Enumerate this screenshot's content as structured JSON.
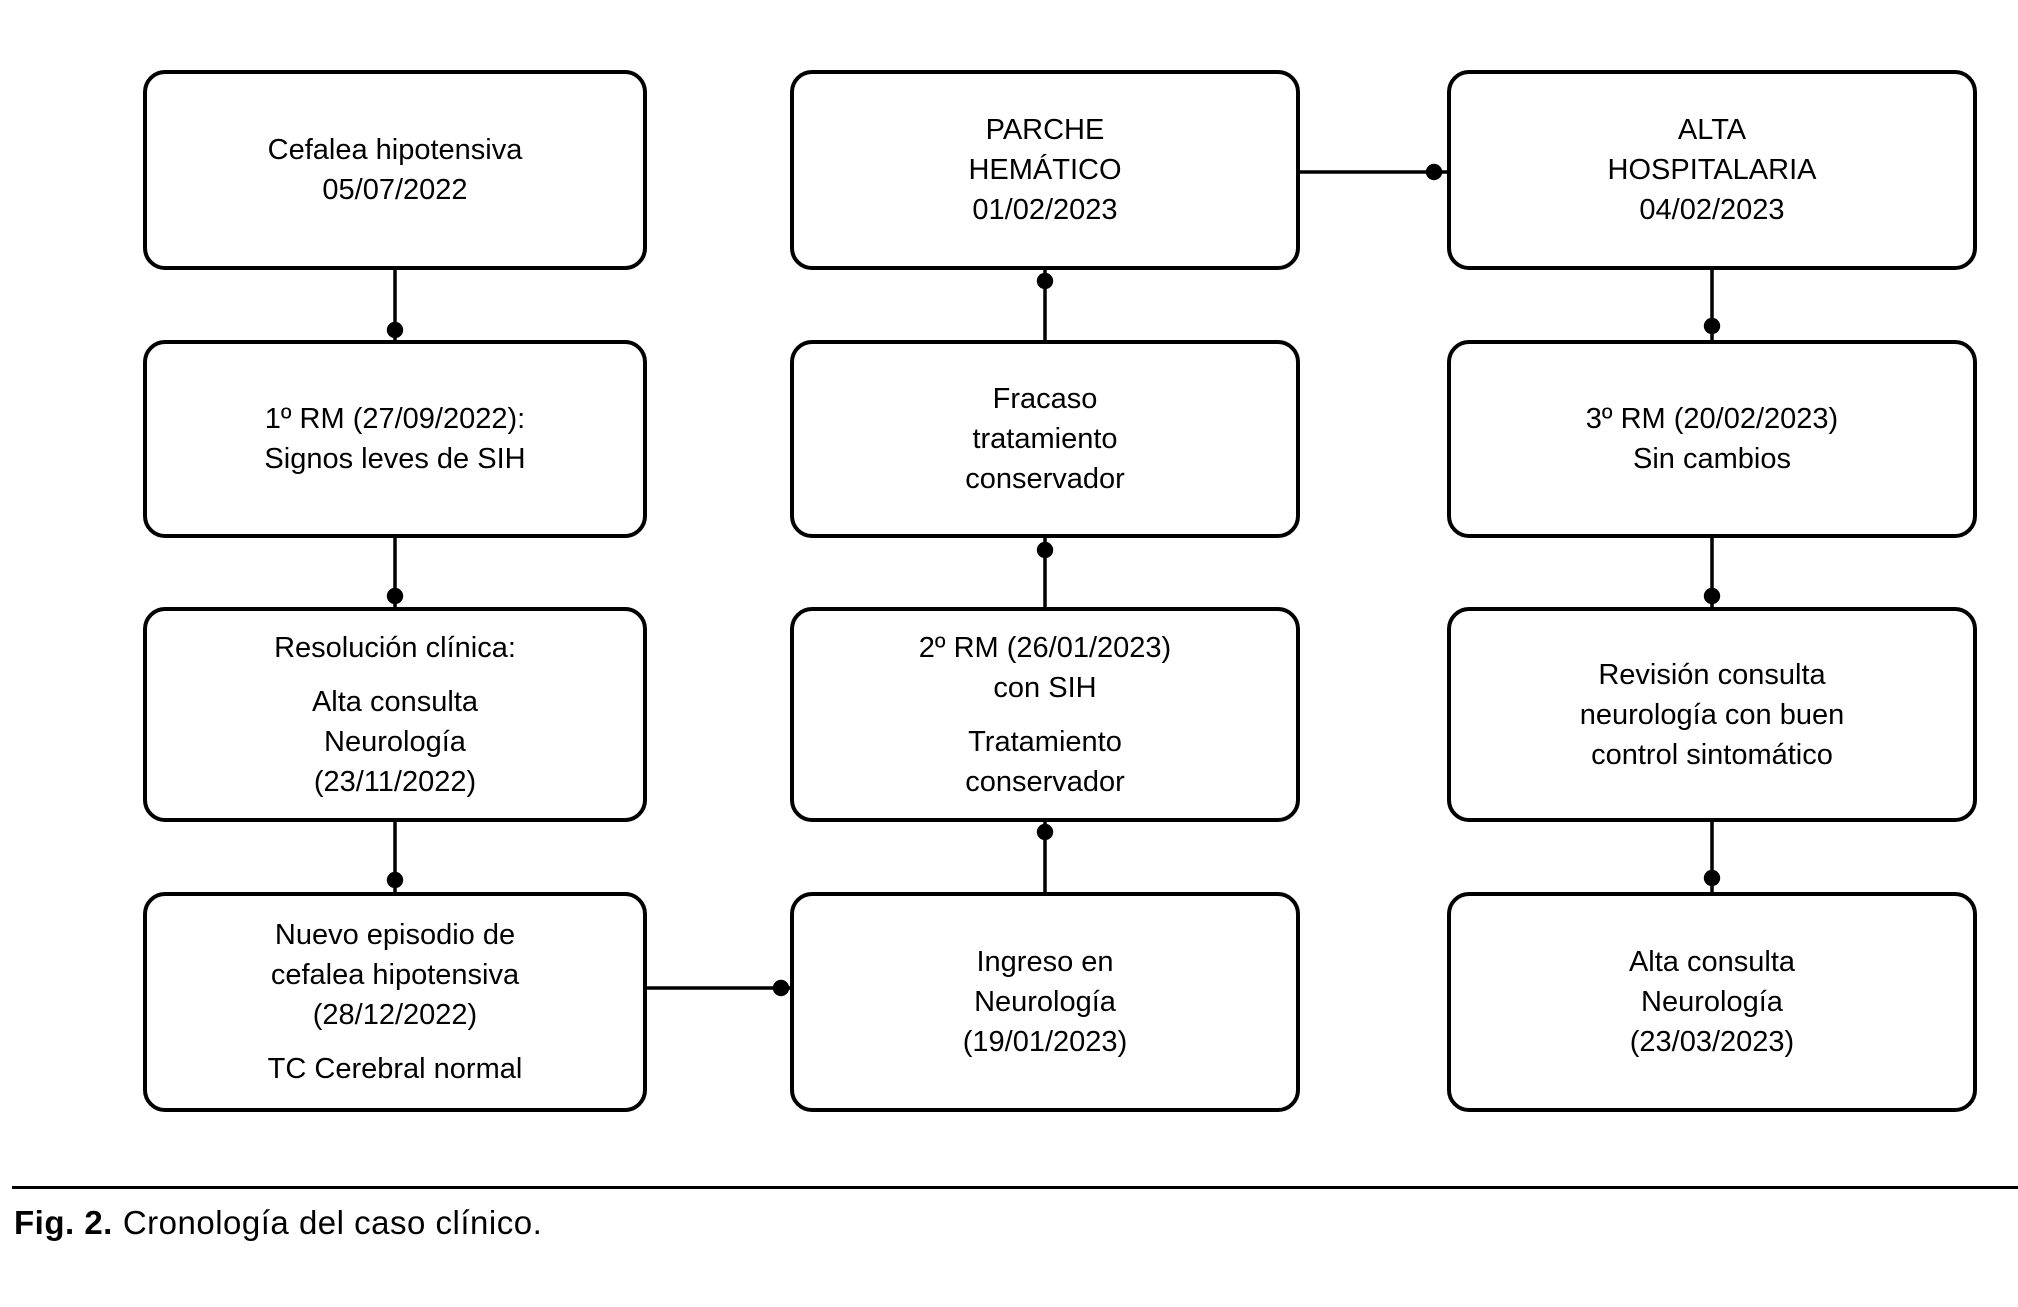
{
  "colors": {
    "ink": "#000000",
    "background": "#ffffff"
  },
  "figure_caption": {
    "label": "Fig. 2.",
    "text": "Cronología del caso clínico."
  },
  "flowchart": {
    "columns": [
      {
        "boxes": [
          {
            "paragraphs": [
              [
                "Cefalea hipotensiva",
                "05/07/2022"
              ]
            ]
          },
          {
            "paragraphs": [
              [
                "1º RM (27/09/2022):",
                "Signos leves de SIH"
              ]
            ]
          },
          {
            "paragraphs": [
              [
                "Resolución clínica:"
              ],
              [
                "Alta consulta",
                "Neurología",
                "(23/11/2022)"
              ]
            ]
          },
          {
            "paragraphs": [
              [
                "Nuevo episodio de",
                "cefalea hipotensiva",
                "(28/12/2022)"
              ],
              [
                "TC Cerebral normal"
              ]
            ]
          }
        ]
      },
      {
        "boxes": [
          {
            "paragraphs": [
              [
                "PARCHE",
                "HEMÁTICO",
                "01/02/2023"
              ]
            ]
          },
          {
            "paragraphs": [
              [
                "Fracaso",
                "tratamiento",
                "conservador"
              ]
            ]
          },
          {
            "paragraphs": [
              [
                "2º RM (26/01/2023)",
                "con SIH"
              ],
              [
                "Tratamiento",
                "conservador"
              ]
            ]
          },
          {
            "paragraphs": [
              [
                "Ingreso en",
                "Neurología",
                "(19/01/2023)"
              ]
            ]
          }
        ]
      },
      {
        "boxes": [
          {
            "paragraphs": [
              [
                "ALTA",
                "HOSPITALARIA",
                "04/02/2023"
              ]
            ]
          },
          {
            "paragraphs": [
              [
                "3º RM (20/02/2023)",
                "Sin cambios"
              ]
            ]
          },
          {
            "paragraphs": [
              [
                "Revisión consulta",
                "neurología con buen",
                "control sintomático"
              ]
            ]
          },
          {
            "paragraphs": [
              [
                "Alta consulta",
                "Neurología",
                "(23/03/2023)"
              ]
            ]
          }
        ]
      }
    ]
  }
}
